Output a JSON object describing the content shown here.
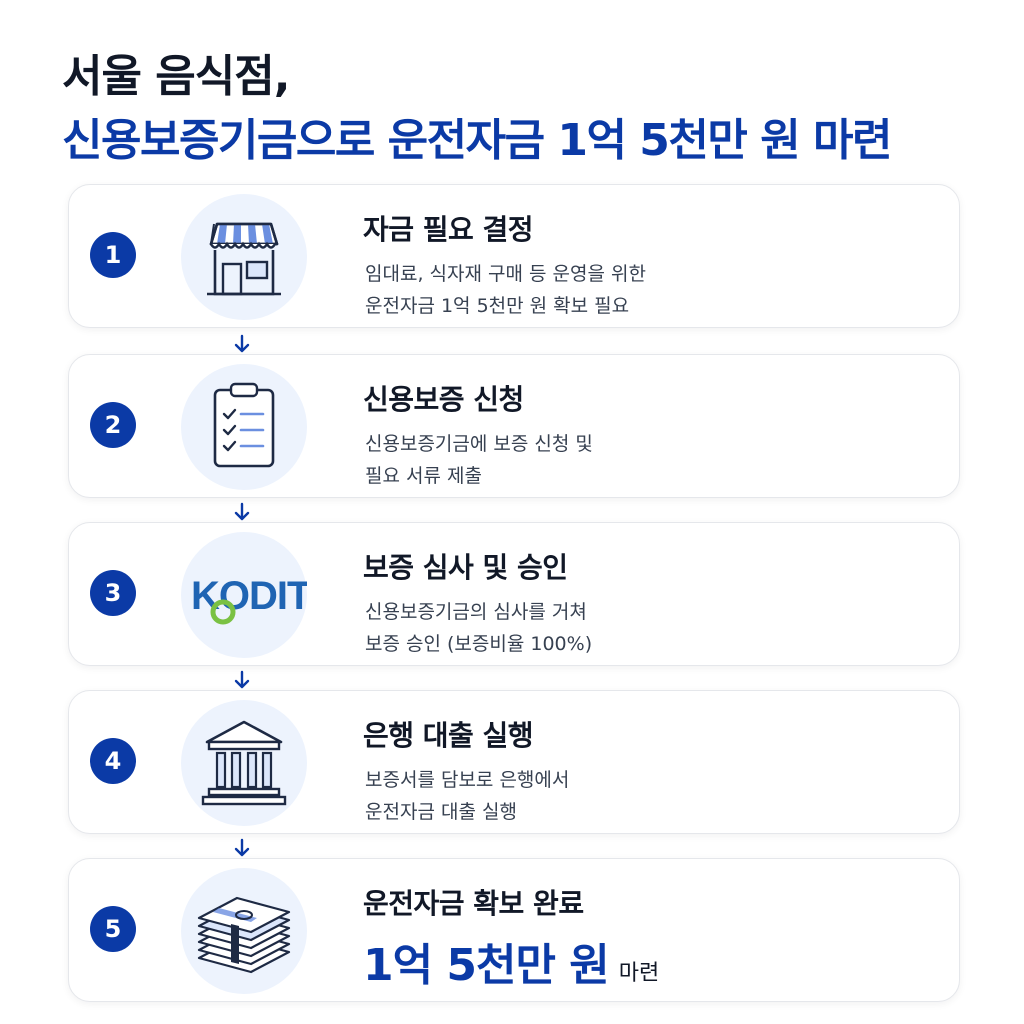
{
  "title": {
    "line1": "서울 음식점,",
    "line2": "신용보증기금으로 운전자금 1억 5천만 원 마련"
  },
  "steps": [
    {
      "number": "1",
      "icon": "storefront-icon",
      "title": "자금 필요 결정",
      "desc1": "임대료, 식자재 구매 등 운영을 위한",
      "desc2": "운전자금 1억 5천만 원 확보 필요"
    },
    {
      "number": "2",
      "icon": "clipboard-checklist-icon",
      "title": "신용보증 신청",
      "desc1": "신용보증기금에 보증 신청 및",
      "desc2": "필요 서류 제출"
    },
    {
      "number": "3",
      "icon": "kodit-logo",
      "logo_text": "KODIT",
      "title": "보증 심사 및 승인",
      "desc1": "신용보증기금의 심사를 거쳐",
      "desc2": "보증 승인 (보증비율 100%)"
    },
    {
      "number": "4",
      "icon": "bank-building-icon",
      "title": "은행 대출 실행",
      "desc1": "보증서를 담보로 은행에서",
      "desc2": "운전자금 대출 실행"
    },
    {
      "number": "5",
      "icon": "money-stack-icon",
      "title": "운전자금 확보 완료",
      "amount": "1억 5천만 원",
      "suffix": "마련"
    }
  ],
  "colors": {
    "primary": "#0b3aa6",
    "text": "#111827",
    "icon_bg": "#edf3fd",
    "logo_green": "#7ac143",
    "logo_blue": "#1f64b3"
  }
}
